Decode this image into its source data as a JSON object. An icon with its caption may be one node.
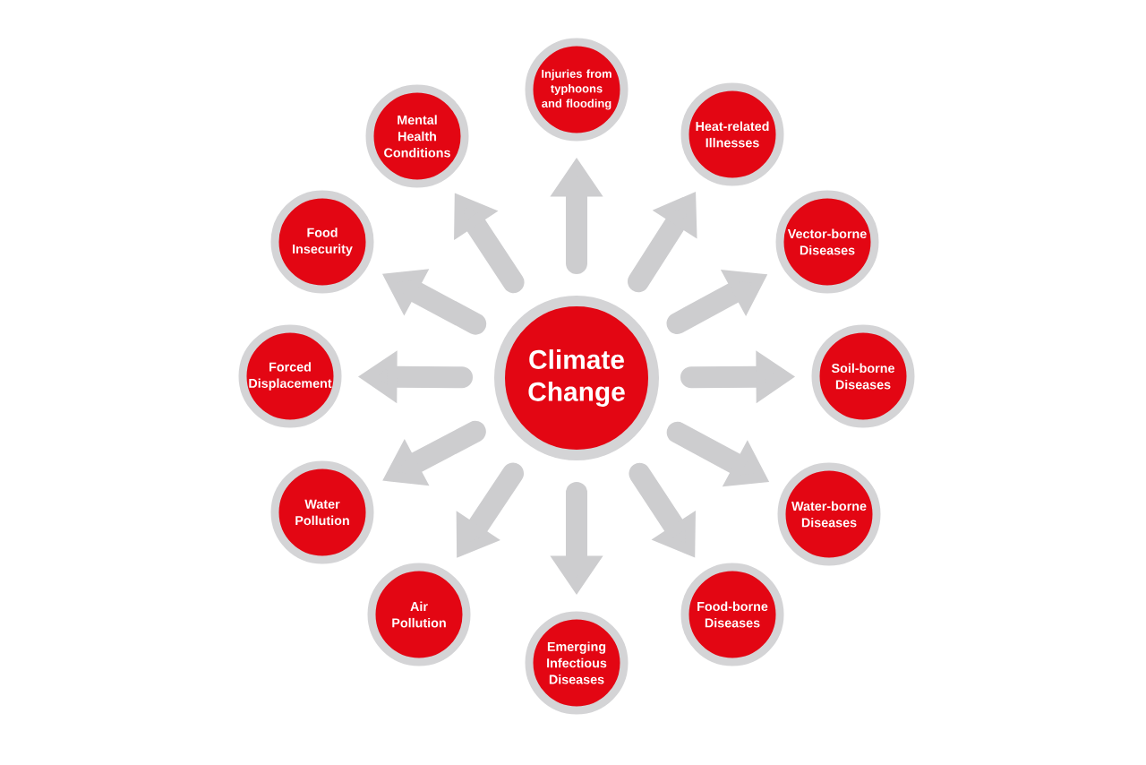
{
  "diagram": {
    "nodes": [
      {
        "text": [
          "Climate Change"
        ]
      },
      {
        "text": [
          "Injuries from typhoons and flooding"
        ]
      },
      {
        "text": [
          "Heat-related Illnesses"
        ]
      },
      {
        "text": [
          "Vector-borne Diseases"
        ]
      },
      {
        "text": [
          "Soil-borne Diseases"
        ]
      },
      {
        "text": [
          "Water-borne Diseases"
        ]
      },
      {
        "text": [
          "Food-borne Diseases"
        ]
      },
      {
        "text": [
          "Emerging Infectious Diseases"
        ]
      },
      {
        "text": [
          "Air Pollution"
        ]
      },
      {
        "text": [
          "Water Pollution"
        ]
      },
      {
        "text": [
          "Forced Displacement"
        ]
      },
      {
        "text": [
          "Food Insecurity"
        ]
      },
      {
        "text": [
          "Mental Health Conditions"
        ]
      }
    ],
    "edges": [
      {
        "from": 0,
        "to": 1,
        "arrow": "to"
      },
      {
        "from": 0,
        "to": 2,
        "arrow": "to"
      },
      {
        "from": 0,
        "to": 3,
        "arrow": "to"
      },
      {
        "from": 0,
        "to": 4,
        "arrow": "to"
      },
      {
        "from": 0,
        "to": 5,
        "arrow": "to"
      },
      {
        "from": 0,
        "to": 6,
        "arrow": "to"
      },
      {
        "from": 0,
        "to": 7,
        "arrow": "to"
      },
      {
        "from": 0,
        "to": 8,
        "arrow": "to"
      },
      {
        "from": 0,
        "to": 9,
        "arrow": "to"
      },
      {
        "from": 0,
        "to": 10,
        "arrow": "to"
      },
      {
        "from": 0,
        "to": 11,
        "arrow": "to"
      },
      {
        "from": 0,
        "to": 12,
        "arrow": "to"
      }
    ]
  }
}
